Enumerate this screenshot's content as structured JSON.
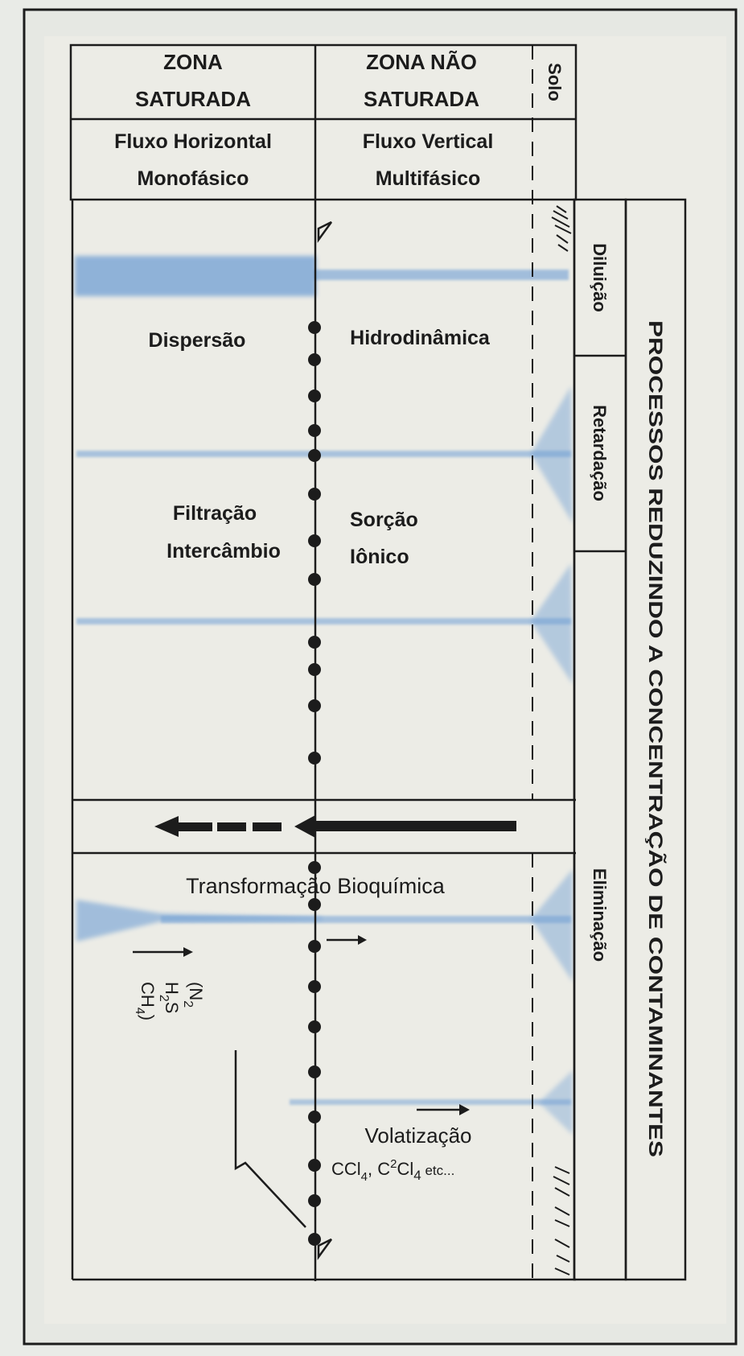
{
  "header": {
    "saturated_line1": "ZONA",
    "saturated_line2": "SATURADA",
    "unsaturated_line1": "ZONA NÃO",
    "unsaturated_line2": "SATURADA",
    "soil": "Solo",
    "flow_h_line1": "Fluxo Horizontal",
    "flow_h_line2": "Monofásico",
    "flow_v_line1": "Fluxo Vertical",
    "flow_v_line2": "Multifásico"
  },
  "processes": {
    "dispersion_left": "Dispersão",
    "dispersion_right": "Hidrodinâmica",
    "filtration_line1": "Filtração",
    "filtration_line2": "Intercâmbio",
    "sorption_line1": "Sorção",
    "sorption_line2": "Iônico",
    "biochemical": "Transformação Bioquímica",
    "gases": [
      "(N",
      "2",
      "H",
      "2",
      "S",
      "CH",
      "4",
      ")"
    ],
    "volatilization": "Volatização",
    "volatile_compounds": [
      "CCl",
      "4",
      ", C",
      "2",
      "Cl",
      "4",
      " etc..."
    ]
  },
  "side_labels": {
    "dilution": "Diluição",
    "retardation": "Retardação",
    "elimination": "Eliminação",
    "main_title": "PROCESSOS REDUZINDO A CONCENTRAÇÃO DE CONTAMINANTES"
  },
  "colors": {
    "ink": "#1c1c1c",
    "plume_blue": "#6f9fd4",
    "paper": "#ecece6",
    "background": "#e9ebe7"
  }
}
